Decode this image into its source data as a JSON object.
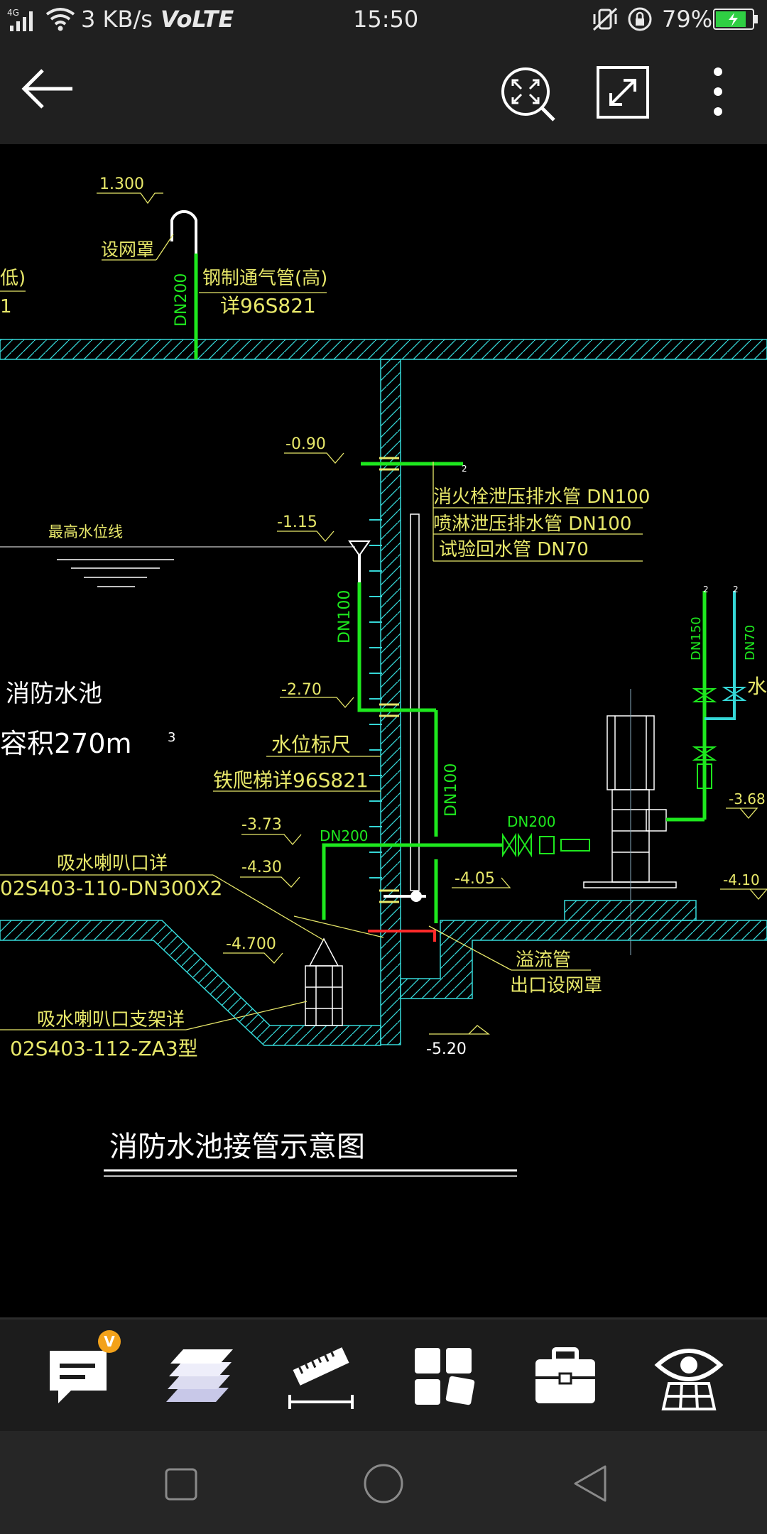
{
  "status_bar": {
    "network": "4G",
    "speed": "3 KB/s",
    "volte": "VoLTE",
    "time": "15:50",
    "battery": "79%"
  },
  "top_bar": {
    "back_icon": "arrow-left-icon",
    "zoom_extents_icon": "zoom-extents-icon",
    "fullscreen_icon": "fullscreen-icon",
    "more_icon": "more-vertical-icon"
  },
  "drawing": {
    "elev_1300": "1.300",
    "mesh_cover": "设网罩",
    "low_frag": "低)",
    "one_frag": "1",
    "steel_vent": "钢制通气管(高)",
    "steel_vent_ref": "详96S821",
    "dn200_vent": "DN200",
    "elev_090": "-0.90",
    "elev_115": "-1.15",
    "max_water": "最高水位线",
    "pipe1": "消火栓泄压排水管 DN100",
    "pipe2": "喷淋泄压排水管 DN100",
    "pipe3": "试验回水管 DN70",
    "dn100_a": "DN100",
    "dn100_b": "DN100",
    "dn150": "DN150",
    "dn70": "DN70",
    "water_frag": "水",
    "pool_name": "消防水池",
    "pool_vol": "容积270m",
    "pool_vol_sup": "3",
    "elev_270": "-2.70",
    "water_gauge": "水位标尺",
    "ladder": "铁爬梯详96S821",
    "elev_368": "-3.68",
    "elev_373": "-3.73",
    "dn200_a": "DN200",
    "dn200_b": "DN200",
    "suction_bell": "吸水喇叭口详",
    "suction_ref": "02S403-110-DN300X2",
    "elev_430": "-4.30",
    "elev_405": "-4.05",
    "elev_410": "-4.10",
    "elev_4700": "-4.700",
    "overflow": "溢流管",
    "overflow_outlet": "出口设网罩",
    "bell_support": "吸水喇叭口支架详",
    "bell_support_ref": "02S403-112-ZA3型",
    "elev_520": "-5.20",
    "title": "消防水池接管示意图",
    "two1": "2",
    "two2": "2",
    "two3": "2"
  },
  "toolbar": {
    "badge": "V",
    "items": [
      "comment-icon",
      "layers-icon",
      "measure-icon",
      "blocks-icon",
      "toolbox-icon",
      "view-icon"
    ]
  },
  "nav": {
    "items": [
      "recent-apps-icon",
      "home-icon",
      "back-icon"
    ]
  },
  "colors": {
    "cad_yellow": "#e8e86a",
    "cad_green": "#1ee81e",
    "cad_cyan": "#35d7d7",
    "cad_white": "#ffffff",
    "cad_red": "#ff2a2a",
    "badge": "#f3a21a",
    "battery": "#2fcf43"
  }
}
